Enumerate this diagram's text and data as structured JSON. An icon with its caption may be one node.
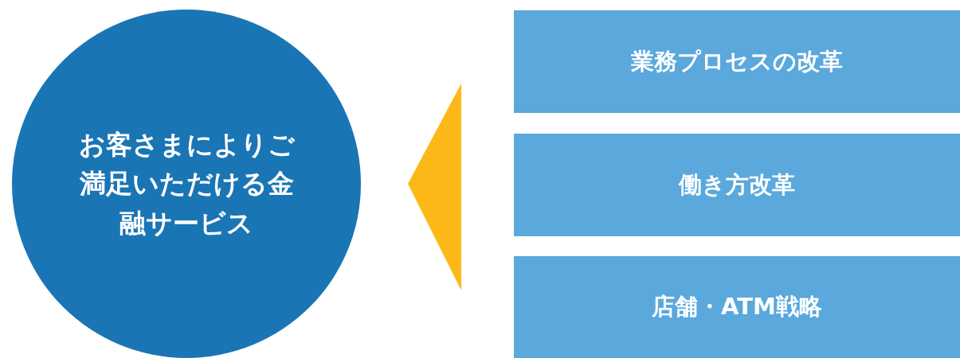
{
  "diagram": {
    "nodes": [
      {
        "text": [
          "お客さまによりご満足いただける金融サービス"
        ]
      },
      {
        "text": [
          "業務プロセスの改革"
        ]
      },
      {
        "text": [
          "働き方改革"
        ]
      },
      {
        "text": [
          "店舗・ATM戦略"
        ]
      }
    ],
    "edges": [
      {
        "from": 1,
        "to": 0,
        "arrow": "to",
        "color": "#fbb817"
      },
      {
        "from": 2,
        "to": 0,
        "arrow": "to",
        "color": "#fbb817"
      },
      {
        "from": 3,
        "to": 0,
        "arrow": "to",
        "color": "#fbb817"
      }
    ]
  }
}
